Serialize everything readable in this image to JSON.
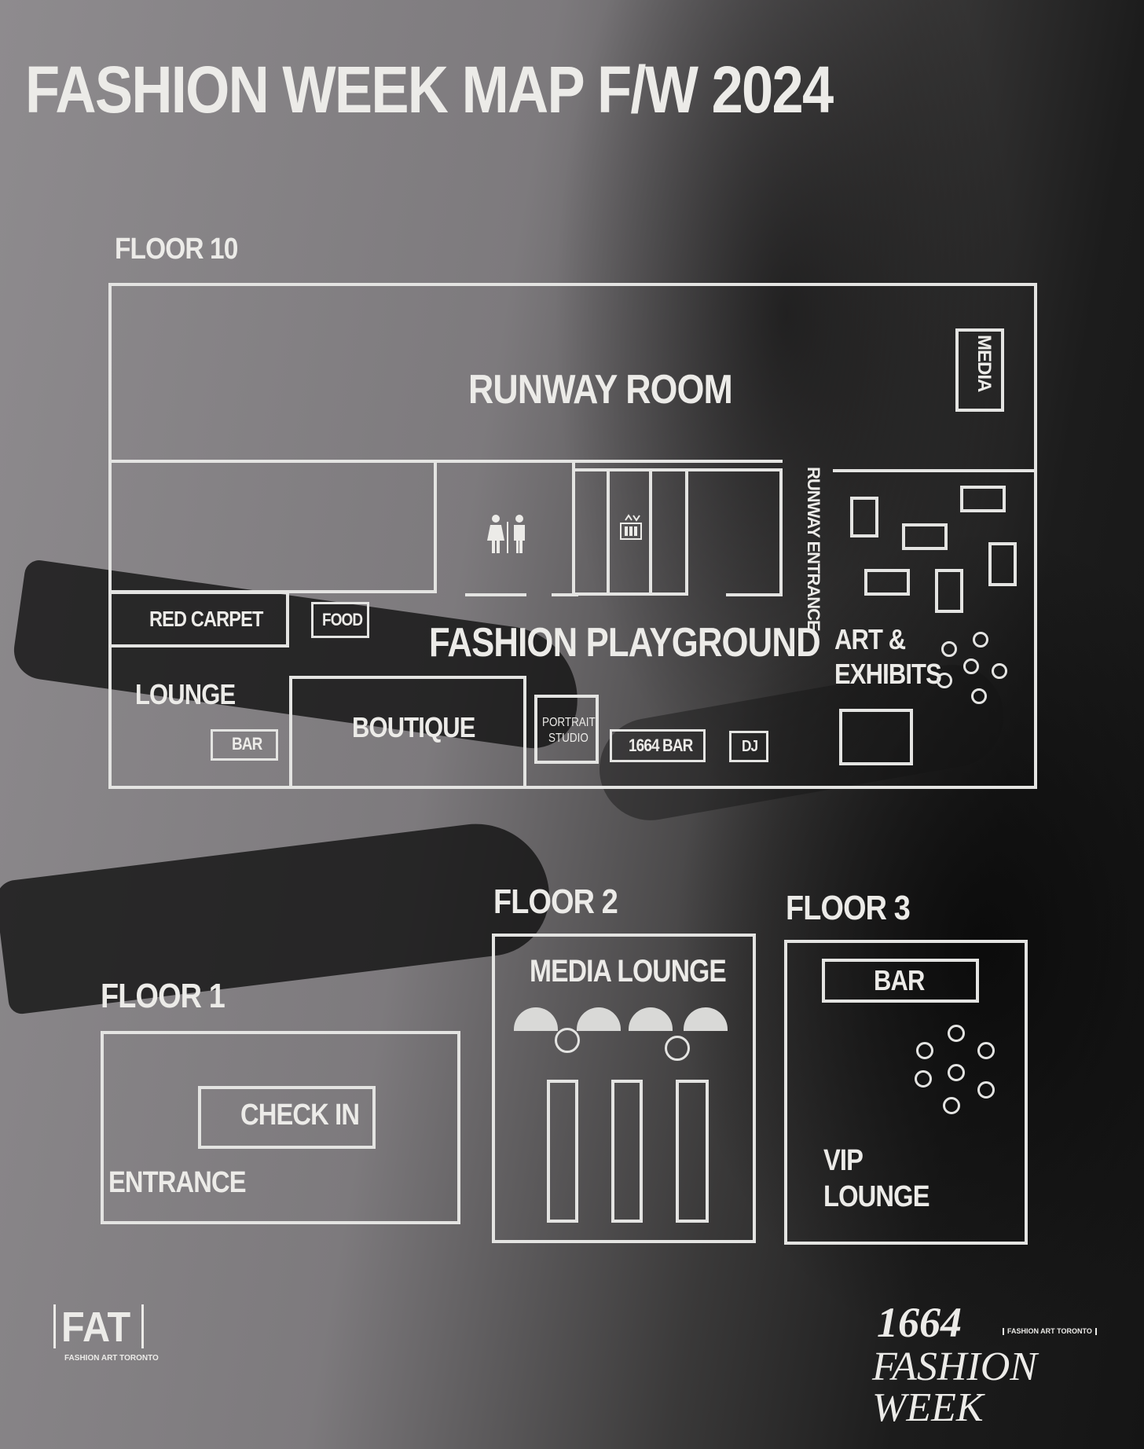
{
  "title": "FASHION WEEK  MAP F/W 2024",
  "floors": {
    "floor10": {
      "label": "FLOOR 10",
      "rooms": {
        "runway_room": "RUNWAY ROOM",
        "media": "MEDIA",
        "runway_entrance": "RUNWAY ENTRANCE",
        "red_carpet": "RED CARPET",
        "food": "FOOD",
        "fashion_playground": "FASHION PLAYGROUND",
        "art_exhibits_line1": "ART &",
        "art_exhibits_line2": "EXHIBITS",
        "lounge": "LOUNGE",
        "bar": "BAR",
        "boutique": "BOUTIQUE",
        "portrait_line1": "PORTRAIT",
        "portrait_line2": "STUDIO",
        "bar_1664": "1664 BAR",
        "dj": "DJ"
      }
    },
    "floor1": {
      "label": "FLOOR 1",
      "rooms": {
        "check_in": "CHECK IN",
        "entrance": "ENTRANCE"
      }
    },
    "floor2": {
      "label": "FLOOR 2",
      "rooms": {
        "media_lounge": "MEDIA LOUNGE"
      }
    },
    "floor3": {
      "label": "FLOOR 3",
      "rooms": {
        "bar": "BAR",
        "vip_line1": "VIP",
        "vip_line2": "LOUNGE"
      }
    }
  },
  "logos": {
    "fat": "FAT",
    "fat_sub": "FASHION ART TORONTO",
    "brand_number": "1664",
    "brand_tag": "FASHION ART TORONTO",
    "brand_line1": "FASHION",
    "brand_line2": "WEEK"
  },
  "icons": [
    "restroom-icon",
    "elevator-icon"
  ],
  "colors": {
    "line": "#e4e4e2",
    "text": "#ecebe8",
    "background": "#7d7a7d"
  }
}
